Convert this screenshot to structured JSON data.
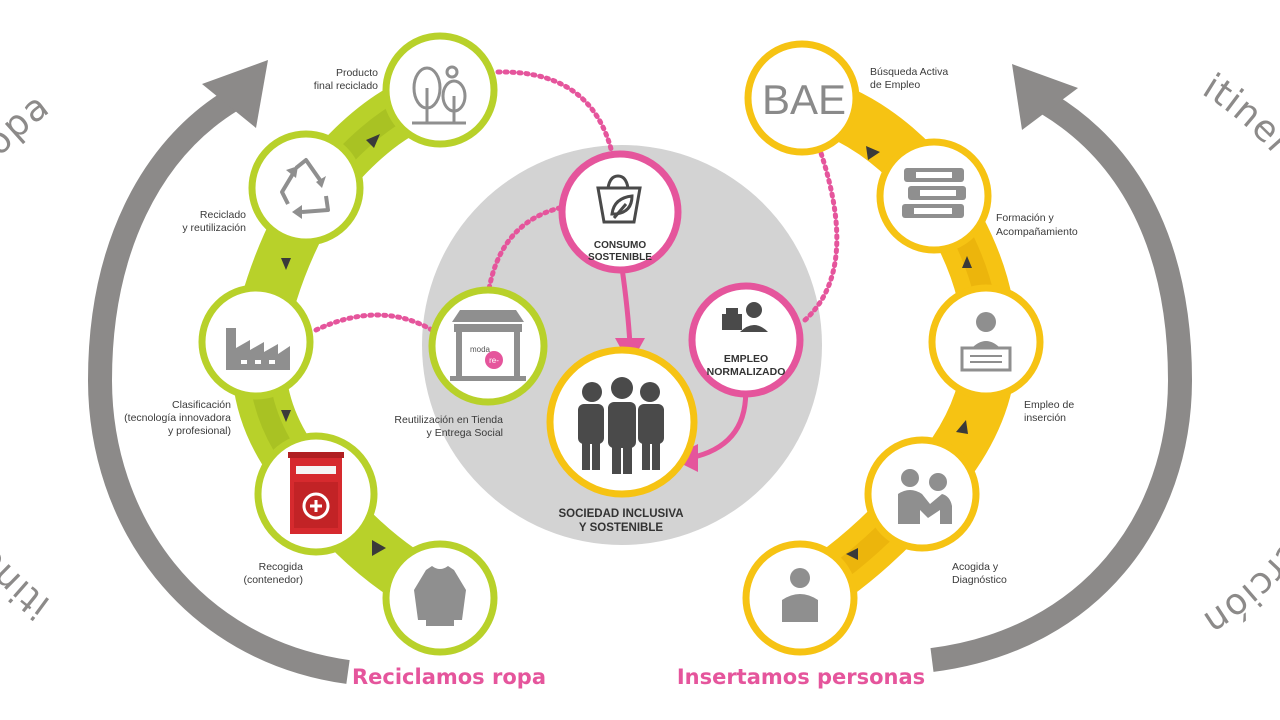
{
  "colors": {
    "green": "#b8d12a",
    "yellow": "#f6c313",
    "pink": "#e5559c",
    "gray_arc": "#8c8a89",
    "center_gray": "#d3d3d3",
    "icon_gray": "#8f8f8f",
    "people_dark": "#4a4a4a"
  },
  "left_title": "itinerario de reciclado de ropa",
  "right_title": "itinerario de empleo de inserción",
  "bottom_left": "Reciclamos ropa",
  "bottom_right": "Insertamos personas",
  "left_steps": {
    "producto_line1": "Producto",
    "producto_line2": "final reciclado",
    "reciclado_line1": "Reciclado",
    "reciclado_line2": "y reutilización",
    "clasif_line1": "Clasificación",
    "clasif_line2": "(tecnología innovadora",
    "clasif_line3": "y profesional)",
    "recogida_line1": "Recogida",
    "recogida_line2": "(contenedor)"
  },
  "right_steps": {
    "bae_icon_text": "BAE",
    "bae_line1": "Búsqueda Activa",
    "bae_line2": "de Empleo",
    "formacion_line1": "Formación y",
    "formacion_line2": "Acompañamiento",
    "empleo_line1": "Empleo de",
    "empleo_line2": "inserción",
    "acogida_line1": "Acogida y",
    "acogida_line2": "Diagnóstico"
  },
  "center": {
    "consumo_line1": "CONSUMO",
    "consumo_line2": "SOSTENIBLE",
    "empleo_line1": "EMPLEO",
    "empleo_line2": "NORMALIZADO",
    "tienda_line1": "Reutilización en Tienda",
    "tienda_line2": "y Entrega Social",
    "sociedad_line1": "SOCIEDAD INCLUSIVA",
    "sociedad_line2": "Y SOSTENIBLE",
    "shop_sign_1": "moda",
    "shop_sign_2": "re-"
  }
}
